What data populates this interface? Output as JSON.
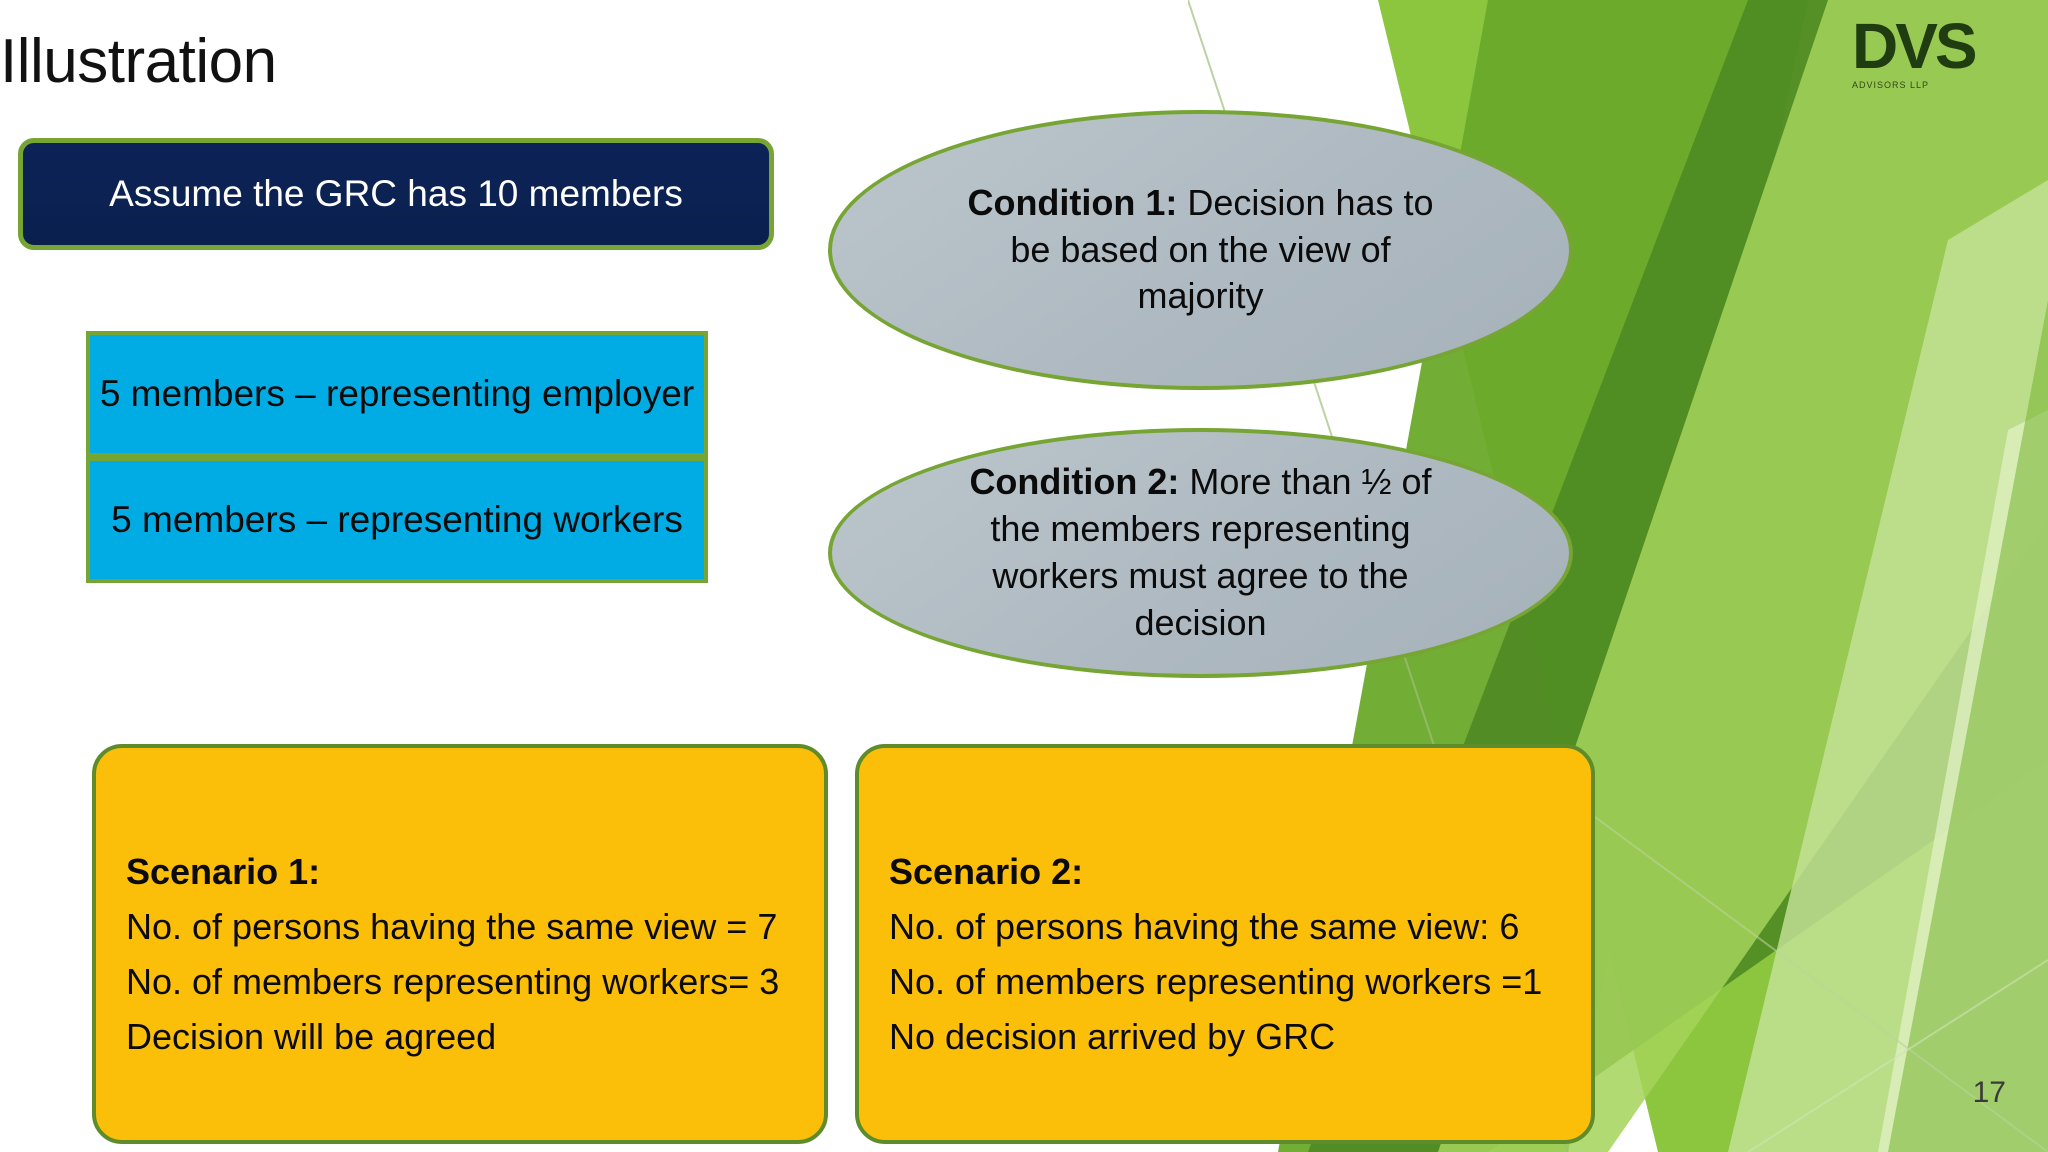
{
  "slide": {
    "title": "Illustration",
    "number": "17"
  },
  "logo": {
    "text": "DVS",
    "subtitle": "ADVISORS LLP"
  },
  "navy_box": {
    "text": "Assume the GRC has 10 members"
  },
  "composition_boxes": [
    {
      "text": "5 members – representing employer"
    },
    {
      "text": "5 members – representing workers"
    }
  ],
  "conditions": [
    {
      "label": "Condition 1:",
      "text": " Decision has to be based on the view of majority"
    },
    {
      "label": "Condition 2:",
      "text": " More than ½ of the members representing workers must agree to the decision"
    }
  ],
  "scenarios": [
    {
      "heading": "Scenario 1:",
      "lines": [
        "No. of persons having the same view = 7",
        "No. of members representing workers= 3",
        "Decision will be agreed"
      ]
    },
    {
      "heading": "Scenario 2:",
      "lines": [
        "No. of persons having the same view: 6",
        "No. of members representing workers =1",
        "No decision arrived by GRC"
      ]
    }
  ],
  "colors": {
    "navy": "#0b2252",
    "light_blue": "#00ACE3",
    "orange": "#FBBE09",
    "grey_ellipse": "#aeb9c1",
    "green_border": "#76a534",
    "accent_green": "#8CC63F"
  }
}
